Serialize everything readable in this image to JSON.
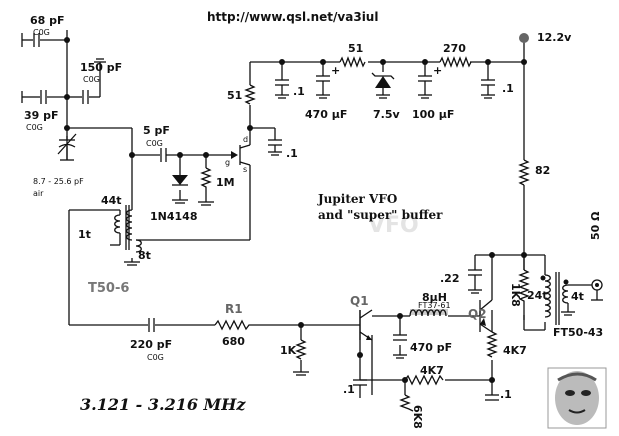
{
  "header": {
    "url": "http://www.qsl.net/va3iul"
  },
  "supply": {
    "label": "12.2v"
  },
  "title": {
    "line1": "Jupiter VFO",
    "line2": "and \"super\" buffer",
    "ghost": "VFO"
  },
  "frequency_range": "3.121 - 3.216 MHz",
  "labels": {
    "c68": "68 pF",
    "c68_type": "C0G",
    "c150": "150 pF",
    "c150_type": "C0G",
    "c39": "39 pF",
    "c39_type": "C0G",
    "trimmer": "8.7 - 25.6 pF",
    "trimmer_type": "air",
    "c5": "5 pF",
    "c5_type": "C0G",
    "r1m": "1M",
    "diode": "1N4148",
    "r51_left": "51",
    "c_point1_a": ".1",
    "r51_top": "51",
    "r270": "270",
    "c470uf": "470 µF",
    "zener": "7.5v",
    "c100uf": "100 µF",
    "c_point1_b": ".1",
    "c_point1_c": ".1",
    "r82": "82",
    "t_44t": "44t",
    "t_1t": "1t",
    "t_8t": "8t",
    "toroid_vfo": "T50-6",
    "c220": "220 pF",
    "c220_type": "C0G",
    "r1_name": "R1",
    "r680": "680",
    "r1k": "1K",
    "q1": "Q1",
    "q2": "Q2",
    "l8uh": "8µH",
    "l_core": "FT37-61",
    "c470pf": "470 pF",
    "r4k7_right": "4K7",
    "r4k7_bottom": "4K7",
    "r6k8": "6K8",
    "c_point1_d": ".1",
    "c_point1_e": ".1",
    "c22": ".22",
    "r1k8": "1K8",
    "t_24t": "24t",
    "t_4t": "4t",
    "toroid_out": "FT50-43",
    "out_imp": "50 Ω",
    "plus": "+",
    "gate": "g",
    "source": "s",
    "drain": "d"
  },
  "icons": [
    "ground-icon",
    "capacitor-icon",
    "resistor-icon",
    "diode-icon",
    "zener-icon",
    "jfet-icon",
    "npn-transistor-icon",
    "pnp-transistor-icon",
    "inductor-icon",
    "transformer-icon",
    "variable-capacitor-icon",
    "coax-connector-icon",
    "author-portrait-icon"
  ]
}
